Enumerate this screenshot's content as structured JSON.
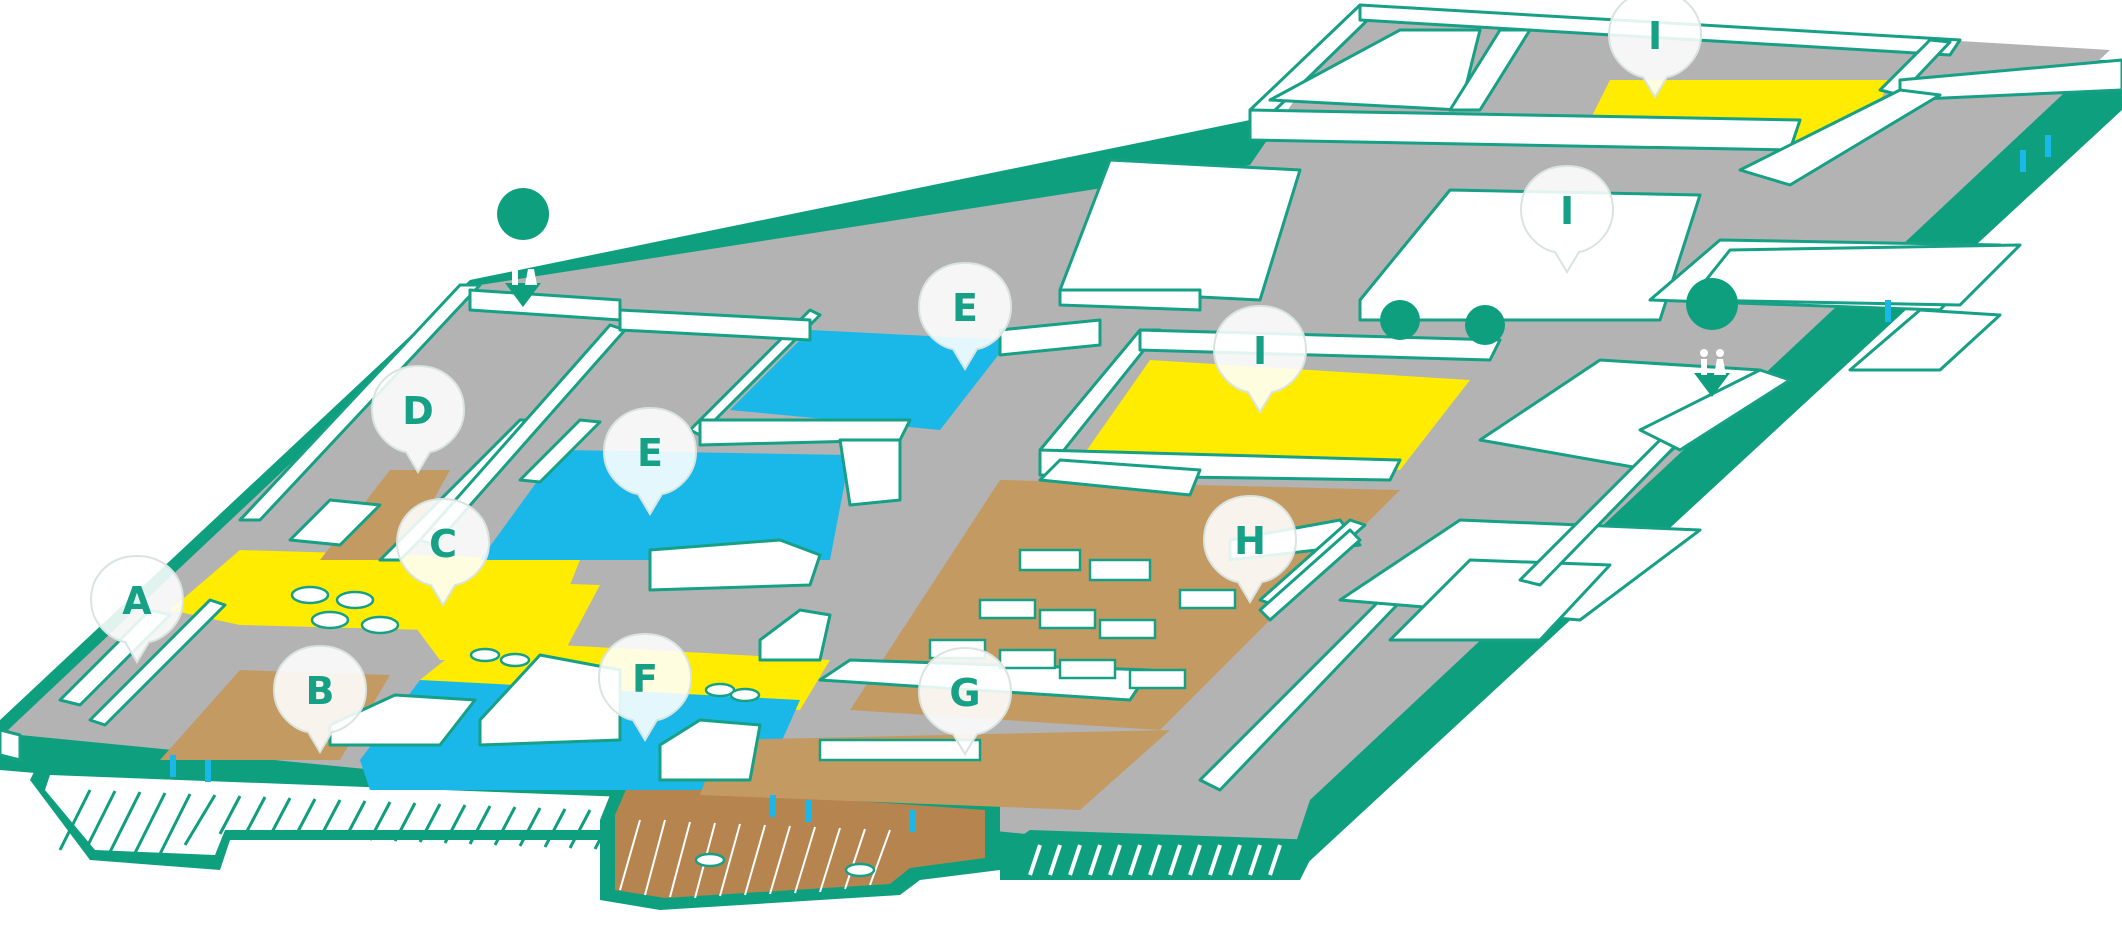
{
  "colors": {
    "outline": "#16a085",
    "base": "#0e9f7e",
    "floor_gray": "#b3b3b3",
    "zone_yellow": "#ffec00",
    "zone_blue": "#1ab8e8",
    "zone_brown": "#c49a63",
    "door_blue": "#1ab8e8"
  },
  "markers": [
    {
      "label": "A",
      "name": "marker-a"
    },
    {
      "label": "B",
      "name": "marker-b"
    },
    {
      "label": "C",
      "name": "marker-c"
    },
    {
      "label": "D",
      "name": "marker-d"
    },
    {
      "label": "E",
      "name": "marker-e-upper"
    },
    {
      "label": "E",
      "name": "marker-e-lower"
    },
    {
      "label": "F",
      "name": "marker-f"
    },
    {
      "label": "G",
      "name": "marker-g"
    },
    {
      "label": "H",
      "name": "marker-h"
    },
    {
      "label": "I",
      "name": "marker-i-top"
    },
    {
      "label": "I",
      "name": "marker-i-middle"
    },
    {
      "label": "I",
      "name": "marker-i-center"
    }
  ],
  "restroom_icons": [
    {
      "name": "restroom-icon-west"
    },
    {
      "name": "restroom-icon-east"
    }
  ]
}
